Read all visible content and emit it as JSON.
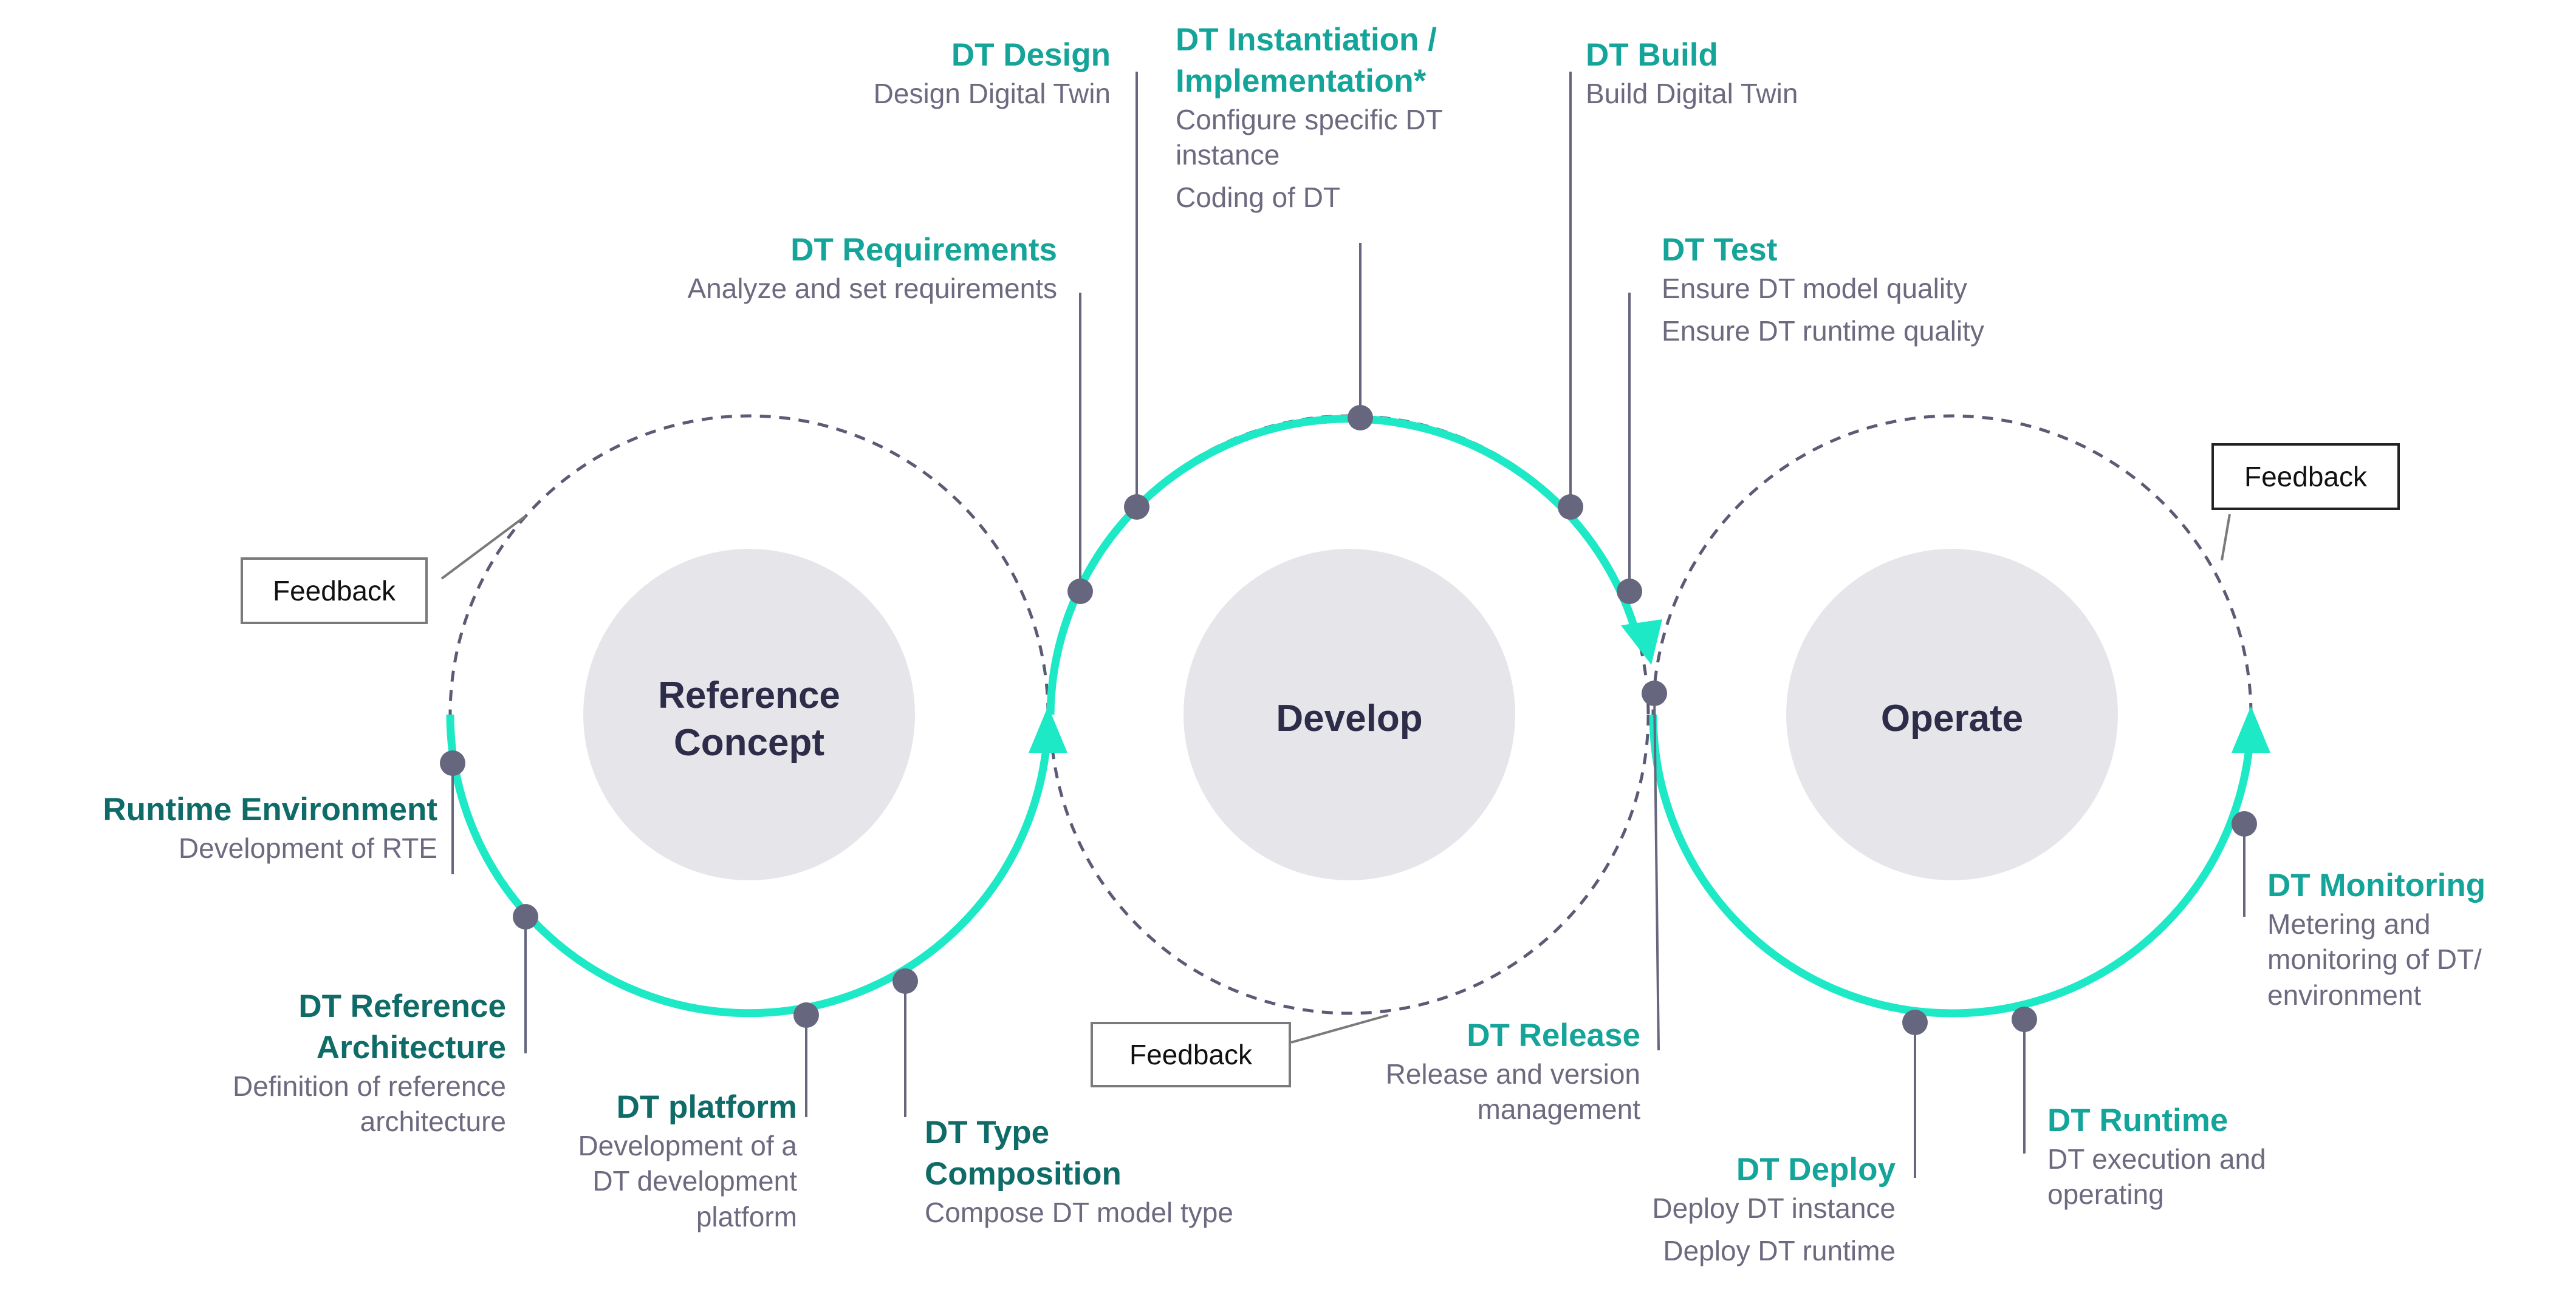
{
  "phases": {
    "reference": "Reference\nConcept",
    "develop": "Develop",
    "operate": "Operate"
  },
  "feedback": [
    "Feedback",
    "Feedback",
    "Feedback"
  ],
  "steps": {
    "runtime_env": {
      "title": "Runtime Environment",
      "desc": [
        "Development of RTE"
      ]
    },
    "ref_arch": {
      "title": "DT Reference\nArchitecture",
      "desc": [
        "Definition of reference\narchitecture"
      ]
    },
    "platform": {
      "title": "DT platform",
      "desc": [
        "Development of a\nDT development\nplatform"
      ]
    },
    "type_comp": {
      "title": "DT Type\nComposition",
      "desc": [
        "Compose DT model type"
      ]
    },
    "requirements": {
      "title": "DT Requirements",
      "desc": [
        "Analyze and set requirements"
      ]
    },
    "design": {
      "title": "DT Design",
      "desc": [
        "Design Digital Twin"
      ]
    },
    "instantiation": {
      "title": "DT Instantiation /\nImplementation*",
      "desc": [
        "Configure specific DT\ninstance",
        "Coding of DT"
      ]
    },
    "build": {
      "title": "DT Build",
      "desc": [
        "Build Digital Twin"
      ]
    },
    "test": {
      "title": "DT Test",
      "desc": [
        "Ensure DT model quality",
        "Ensure DT runtime quality"
      ]
    },
    "release": {
      "title": "DT Release",
      "desc": [
        "Release and version\nmanagement"
      ]
    },
    "deploy": {
      "title": "DT Deploy",
      "desc": [
        "Deploy DT instance",
        "Deploy DT runtime"
      ]
    },
    "runtime": {
      "title": "DT Runtime",
      "desc": [
        "DT execution and\noperating"
      ]
    },
    "monitoring": {
      "title": "DT Monitoring",
      "desc": [
        "Metering and\nmonitoring of DT/\nenvironment"
      ]
    }
  },
  "colors": {
    "accent": "#1de9c6",
    "node": "#66667e",
    "dashed": "#5b5b75",
    "hub": "#e6e5ea",
    "title_teal": "#14a499",
    "title_dark": "#0f6b67",
    "desc": "#6d6a80"
  }
}
